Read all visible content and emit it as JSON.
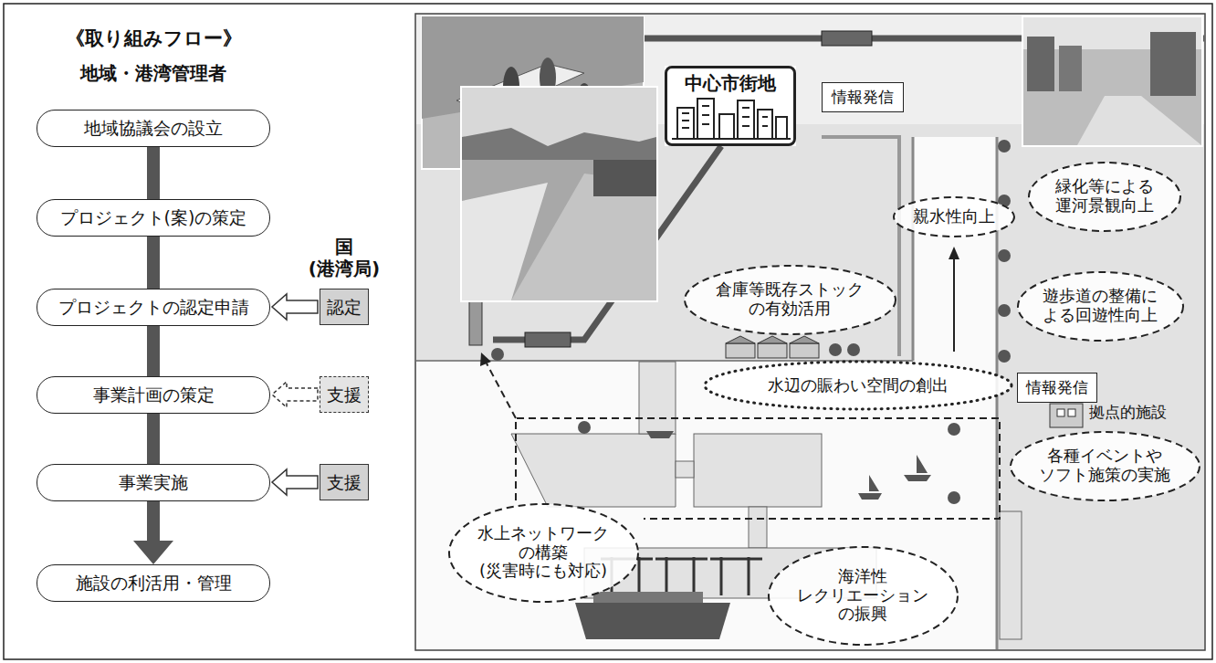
{
  "diagram": {
    "title": "《取り組みフロー》",
    "nodes": [
      {
        "text": [
          "地域協議会の設立"
        ]
      },
      {
        "text": [
          "プロジェクト(案)の策定"
        ]
      },
      {
        "text": [
          "プロジェクトの認定申請"
        ]
      },
      {
        "text": [
          "事業計画の策定"
        ]
      },
      {
        "text": [
          "事業実施"
        ]
      },
      {
        "text": [
          "施設の利活用・管理"
        ]
      },
      {
        "text": [
          "認定"
        ]
      },
      {
        "text": [
          "支援"
        ]
      },
      {
        "text": [
          "支援"
        ]
      },
      {
        "text": [
          "中心市街地"
        ]
      },
      {
        "text": [
          "情報発信"
        ]
      },
      {
        "text": [
          "緑化等による 運河景観向上"
        ]
      },
      {
        "text": [
          "親水性向上"
        ]
      },
      {
        "text": [
          "倉庫等既存ストック の有効活用"
        ]
      },
      {
        "text": [
          "遊歩道の整備に よる回遊性向上"
        ]
      },
      {
        "text": [
          "水辺の賑わい空間の創出"
        ]
      },
      {
        "text": [
          "情報発信"
        ]
      },
      {
        "text": [
          "各種イベントや ソフト施策の実施"
        ]
      },
      {
        "text": [
          "水上ネットワーク の構築 (災害時にも対応)"
        ]
      },
      {
        "text": [
          "海洋性 レクリエーション の振興"
        ]
      }
    ],
    "edges": [
      {
        "from": 0,
        "to": 1,
        "arrow": "none"
      },
      {
        "from": 1,
        "to": 2,
        "arrow": "none"
      },
      {
        "from": 2,
        "to": 3,
        "arrow": "none"
      },
      {
        "from": 3,
        "to": 4,
        "arrow": "none"
      },
      {
        "from": 4,
        "to": 5,
        "arrow": "to"
      },
      {
        "from": 6,
        "to": 2,
        "arrow": "to"
      },
      {
        "from": 7,
        "to": 3,
        "arrow": "to"
      },
      {
        "from": 8,
        "to": 4,
        "arrow": "to"
      }
    ],
    "labels": [
      "地域・港湾管理者",
      "国 (港湾局)",
      "拠点的施設"
    ]
  }
}
